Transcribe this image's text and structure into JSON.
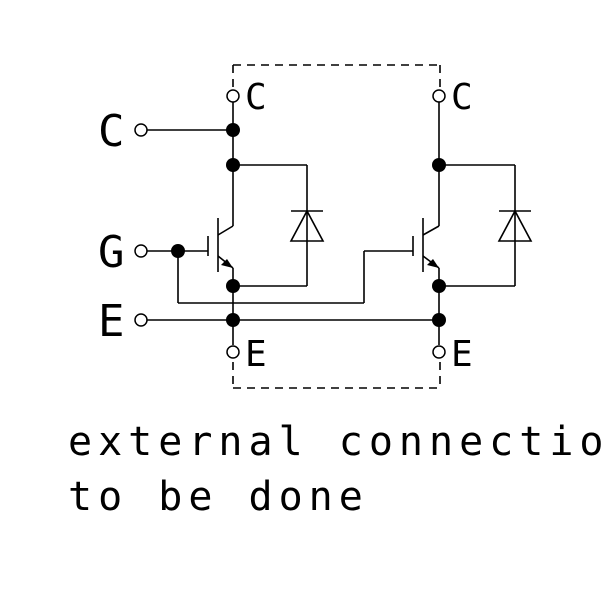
{
  "labels": {
    "ext_c": "C",
    "ext_g": "G",
    "ext_e": "E",
    "c1": "C",
    "c2": "C",
    "e1": "E",
    "e2": "E"
  },
  "note": {
    "line1": "external connection",
    "line2": "to be done"
  }
}
